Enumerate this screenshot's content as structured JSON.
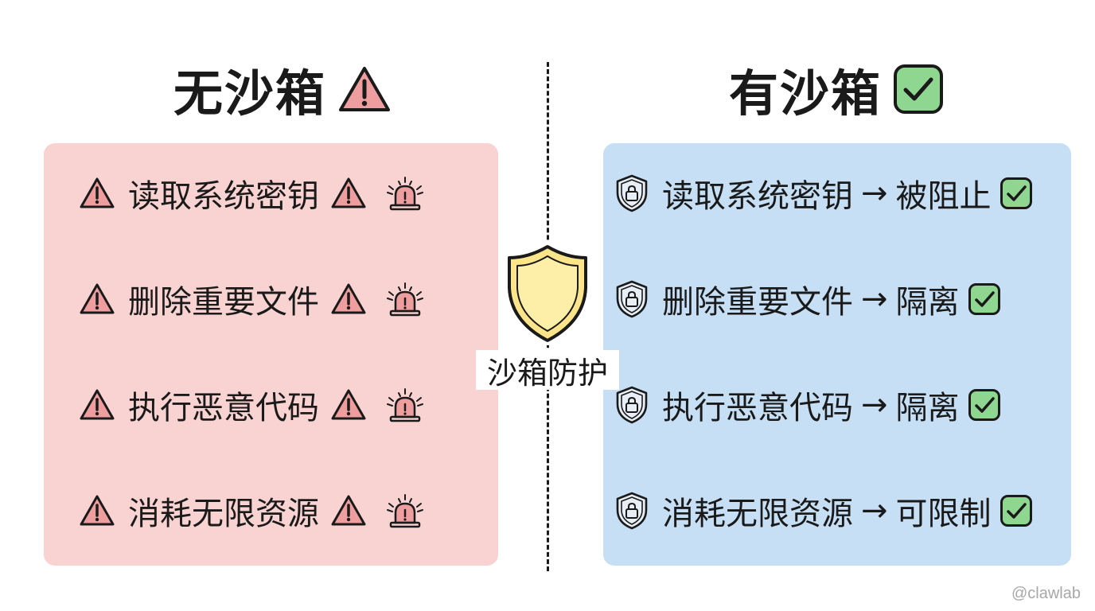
{
  "left": {
    "title": "无沙箱",
    "title_icon": "warning-icon",
    "items": [
      {
        "text": "读取系统密钥"
      },
      {
        "text": "删除重要文件"
      },
      {
        "text": "执行恶意代码"
      },
      {
        "text": "消耗无限资源"
      }
    ]
  },
  "right": {
    "title": "有沙箱",
    "title_icon": "checkmark-box-icon",
    "arrow": "→",
    "items": [
      {
        "text": "读取系统密钥",
        "result": "被阻止"
      },
      {
        "text": "删除重要文件",
        "result": "隔离"
      },
      {
        "text": "执行恶意代码",
        "result": "隔离"
      },
      {
        "text": "消耗无限资源",
        "result": "可限制"
      }
    ]
  },
  "center": {
    "label": "沙箱防护",
    "icon": "shield-icon"
  },
  "watermark": "@clawlab",
  "colors": {
    "left_panel": "#f8d3d2",
    "right_panel": "#c6dff5",
    "warning_fill": "#ee9e9e",
    "check_fill": "#8fd690",
    "shield_fill": "#fbe48a"
  }
}
